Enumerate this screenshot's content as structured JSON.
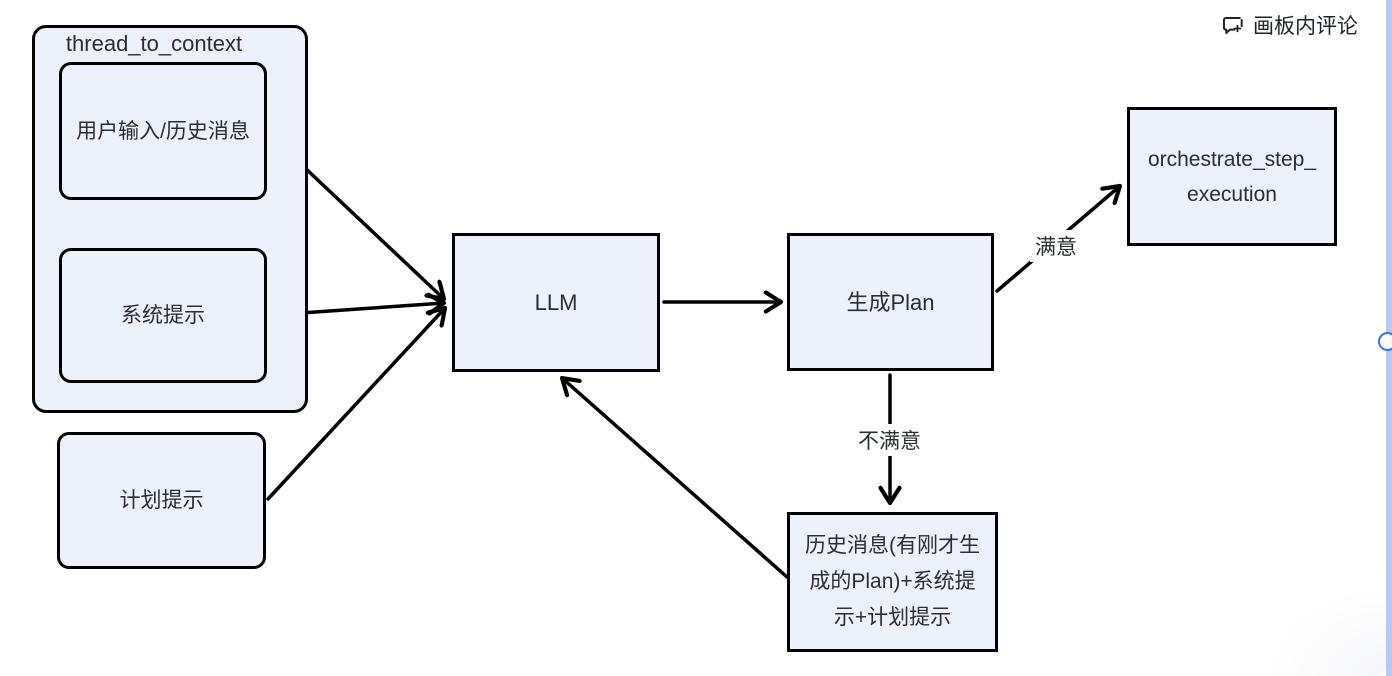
{
  "board": {
    "comment_button": {
      "label": "画板内评论",
      "icon": "add-comment-icon"
    }
  },
  "nodes": {
    "group": {
      "title": "thread_to_context"
    },
    "user_input": {
      "label": "用户输入/历史消息"
    },
    "system_prompt": {
      "label": "系统提示"
    },
    "plan_prompt": {
      "label": "计划提示"
    },
    "llm": {
      "label": "LLM"
    },
    "gen_plan": {
      "label": "生成Plan"
    },
    "orchestrate": {
      "label": "orchestrate_step_execution"
    },
    "feedback": {
      "label": "历史消息(有刚才生成的Plan)+系统提示+计划提示"
    }
  },
  "edge_labels": {
    "satisfied": "满意",
    "unsatisfied": "不满意"
  },
  "edges": [
    {
      "from": "user_input",
      "to": "llm",
      "label": ""
    },
    {
      "from": "system_prompt",
      "to": "llm",
      "label": ""
    },
    {
      "from": "plan_prompt",
      "to": "llm",
      "label": ""
    },
    {
      "from": "llm",
      "to": "gen_plan",
      "label": ""
    },
    {
      "from": "gen_plan",
      "to": "orchestrate",
      "label": "满意"
    },
    {
      "from": "gen_plan",
      "to": "feedback",
      "label": "不满意"
    },
    {
      "from": "feedback",
      "to": "llm",
      "label": ""
    }
  ],
  "colors": {
    "node_fill": "#EDF1FB",
    "node_border": "#000000",
    "text": "#2B2E33",
    "chrome_text": "#1F2329",
    "accent_blue": "#3370FF",
    "panel_strip": "#B9C9F3"
  }
}
